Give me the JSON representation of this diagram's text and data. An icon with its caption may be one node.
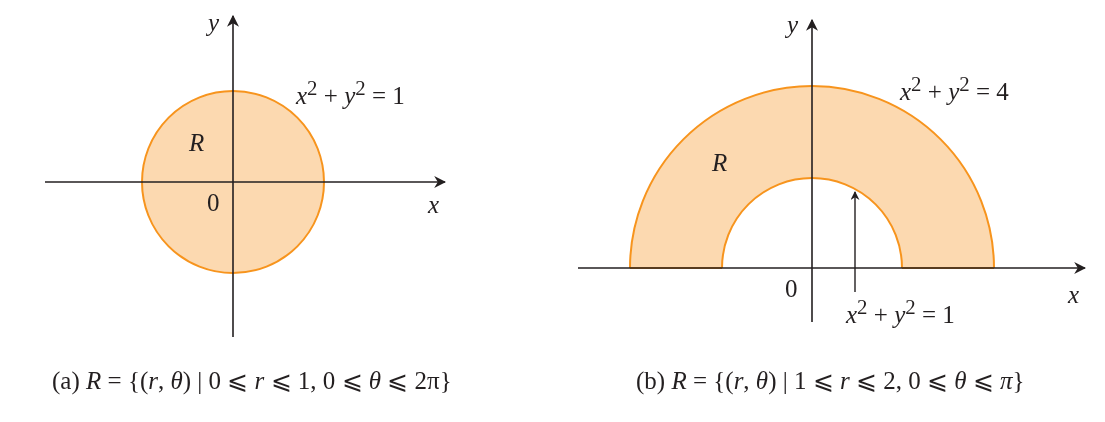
{
  "diagram": {
    "nodes": [
      {
        "text": [
          "*R*"
        ]
      },
      {
        "text": [
          "*R*"
        ]
      },
      {
        "text": [
          "*x*$^{2}$ + *y*$^{2}$ = 1"
        ]
      },
      {
        "text": [],
        "shape": "circle"
      }
    ],
    "edges": [
      {
        "from": 2,
        "to": 3,
        "arrow": "to"
      }
    ],
    "labels": [
      "*y*",
      "*x*$^{2}$ + *y*$^{2}$ = 1",
      "0",
      "*x*",
      "*y*",
      "*x*$^{2}$ + *y*$^{2}$ = 4",
      "0",
      "*x*",
      "(a) *R* = {(*r*, *θ*) | 0 ⩽ *r* ⩽ 1, 0 ⩽ *θ* ⩽ 2π}",
      "(b) *R* = {(*r*, *θ*) | 1 ⩽ *r* ⩽ 2, 0 ⩽ *θ* ⩽ *π*}"
    ]
  }
}
